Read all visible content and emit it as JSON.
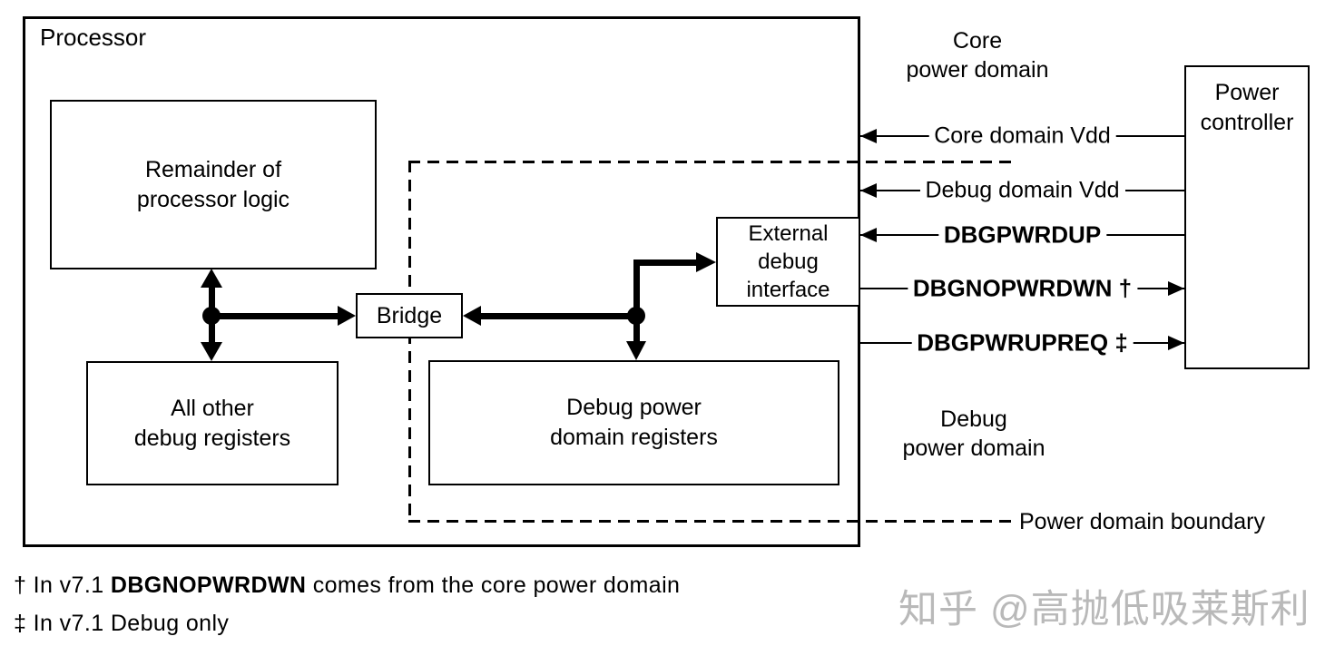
{
  "diagram": {
    "processor_label": "Processor",
    "boxes": {
      "remainder": {
        "lines": [
          "Remainder of",
          "processor logic"
        ]
      },
      "all_other": {
        "lines": [
          "All other",
          "debug registers"
        ]
      },
      "debug_regs": {
        "lines": [
          "Debug power",
          "domain registers"
        ]
      },
      "bridge": {
        "label": "Bridge"
      },
      "ext_debug": {
        "lines": [
          "External",
          "debug",
          "interface"
        ]
      },
      "power_controller": {
        "lines": [
          "Power",
          "controller"
        ]
      }
    },
    "signals": [
      {
        "label": "Core domain Vdd",
        "bold": false,
        "arrow": "left"
      },
      {
        "label": "Debug domain Vdd",
        "bold": false,
        "arrow": "left"
      },
      {
        "label": "DBGPWRDUP",
        "bold": true,
        "arrow": "left"
      },
      {
        "label": "DBGNOPWRDWN †",
        "bold": true,
        "arrow": "right"
      },
      {
        "label": "DBGPWRUPREQ ‡",
        "bold": true,
        "arrow": "right"
      }
    ],
    "region_labels": {
      "core_domain": {
        "lines": [
          "Core",
          "power domain"
        ]
      },
      "debug_domain": {
        "lines": [
          "Debug",
          "power domain"
        ]
      },
      "boundary": "Power domain boundary"
    },
    "footnotes": {
      "f1_prefix": "† In v7.1 ",
      "f1_bold": "DBGNOPWRDWN",
      "f1_suffix": " comes from the core power domain",
      "f2": "‡ In v7.1 Debug only"
    },
    "watermark": "知乎 @高抛低吸莱斯利",
    "colors": {
      "line": "#000000",
      "background": "#ffffff",
      "watermark": "#b9b9b9"
    }
  }
}
